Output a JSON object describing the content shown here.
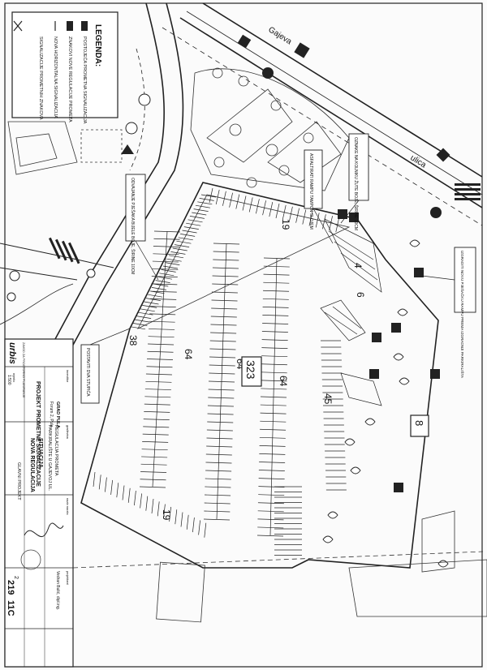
{
  "street_name": "Gajeva",
  "street_word": "ulica",
  "legend": {
    "title": "LEGENDA:",
    "items": [
      "POSTOJEĆA PROMETNA SIGNALIZACIJA",
      "ZNAKOVI NOVE REGULACIJE PROMETA",
      "NOVA HORIZONTALNA SIGNALIZACIJA",
      "SIGNALIZACIJE PROMETNIH ZNAKOVA"
    ]
  },
  "callouts": {
    "a": "ODVAJANJE PJEŠAKA BIJELE BOJE, ŠIRINE 10CM",
    "b": "OZNAKE NA KOLNIKU ŽUTE BOJE, ŠIRINE 10CM",
    "c": "ASFALTIRATI RAMPU TAMPON SLOJEM",
    "d": "POSTAVITI DVA STUPIĆA",
    "e": "IZGRADITI NOVU PJEŠAČKU RAMPU PREMA IZGRADNJI PARKIRALIŠTA"
  },
  "spot_counts": {
    "top_row": "19",
    "left_col": "38",
    "row_a": "64",
    "row_b": "64",
    "row_c": "64",
    "small": "4",
    "mid": "6",
    "right": "45",
    "bottom_row": "19",
    "total_box": "323",
    "side_box": "8"
  },
  "title_block": {
    "company": "urbis",
    "company_sub": "ZAVOD ZA PROSTORNO PLANIRANJE",
    "investor_label": "investitor",
    "investor": "GRAD PULA",
    "investor_addr": "Forum 2, Pula",
    "building_label": "građevina",
    "building": "REGULACIJA PROMETA",
    "building2": "PARKIRALIŠTE U GAJEVOJ UL.",
    "project": "PROJEKT PROMETNE SIGNALIZACIJE",
    "sheet_label": "naziv nacrta",
    "sheet_title": "SITUACIJA",
    "sheet_sub": "NOVA REGULACIJA",
    "designer_label": "projektant",
    "designer": "Vedran Bulić, dipl.ing.",
    "chief_label": "GLAVNI PROJEKT",
    "scale_label": "mjerilo",
    "scale": "1:500",
    "sheet_no": "2",
    "project_no": "219",
    "drawing_no": "11C"
  },
  "colors": {
    "ink": "#1a1a1a",
    "paper": "#fbfbfb",
    "faint": "#555555"
  }
}
